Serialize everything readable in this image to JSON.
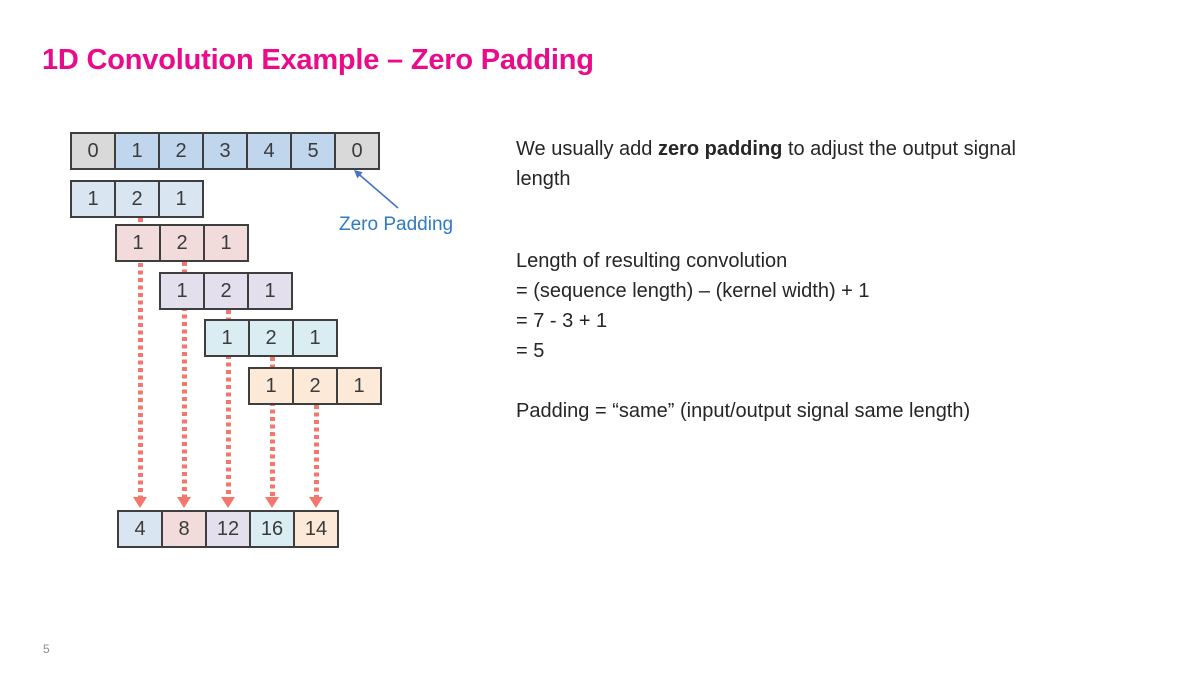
{
  "slide": {
    "title": "1D Convolution Example – Zero Padding",
    "page_number": "5"
  },
  "diagram": {
    "input_row": [
      "0",
      "1",
      "2",
      "3",
      "4",
      "5",
      "0"
    ],
    "kernel_rows": [
      [
        "1",
        "2",
        "1"
      ],
      [
        "1",
        "2",
        "1"
      ],
      [
        "1",
        "2",
        "1"
      ],
      [
        "1",
        "2",
        "1"
      ],
      [
        "1",
        "2",
        "1"
      ]
    ],
    "output_row": [
      "4",
      "8",
      "12",
      "16",
      "14"
    ],
    "zero_padding_label": "Zero Padding"
  },
  "text_panel": {
    "para1_before": "We usually add ",
    "para1_bold": "zero padding",
    "para1_after": " to adjust the output signal length",
    "para2_lines": [
      "Length of resulting convolution",
      "= (sequence length) – (kernel width) + 1",
      "= 7 - 3 + 1",
      "= 5"
    ],
    "para3": "Padding = “same” (input/output signal same length)"
  },
  "colors": {
    "title_accent": "#EA0B8C",
    "label_blue": "#2E7BC4",
    "callout_blue": "#4472C4",
    "arrow_red": "#F4766C",
    "border_dark": "#3E3E3E",
    "cell_pad": "#D9D9D9",
    "cell_blue": "#BFD6ED",
    "cell_blue2": "#DAE5F2",
    "cell_pink": "#F1DCDB",
    "cell_lav": "#E4DFEC",
    "cell_cyan": "#DAEDF2",
    "cell_peach": "#FCE9D8",
    "body_text": "#262626"
  }
}
